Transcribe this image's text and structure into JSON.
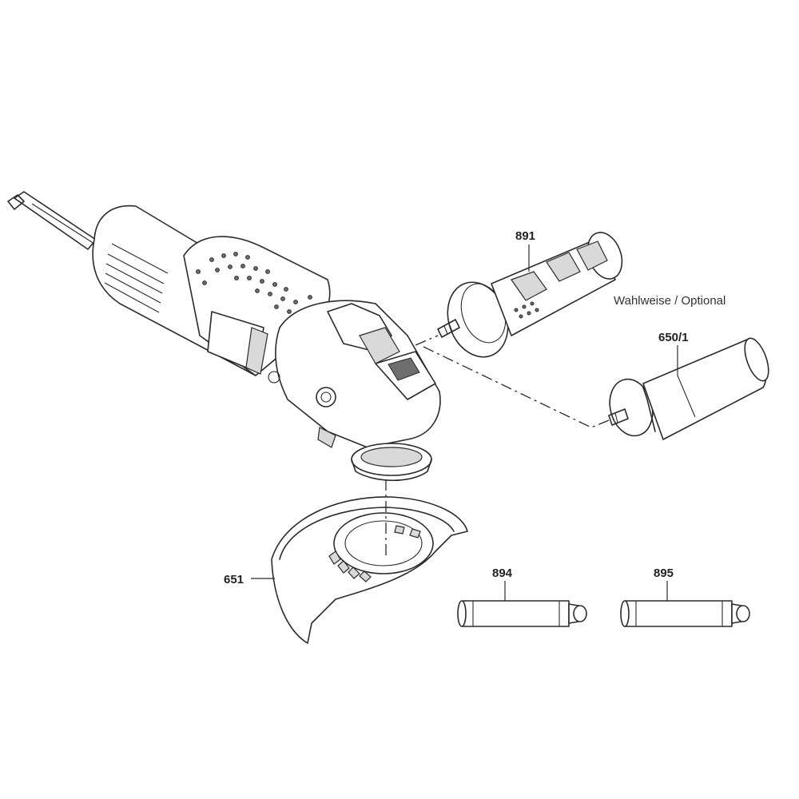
{
  "parts": [
    {
      "id": "891",
      "label": "891"
    },
    {
      "id": "650_1",
      "label": "650/1"
    },
    {
      "id": "651",
      "label": "651"
    },
    {
      "id": "894",
      "label": "894"
    },
    {
      "id": "895",
      "label": "895"
    }
  ],
  "note": "Wahlweise / Optional"
}
